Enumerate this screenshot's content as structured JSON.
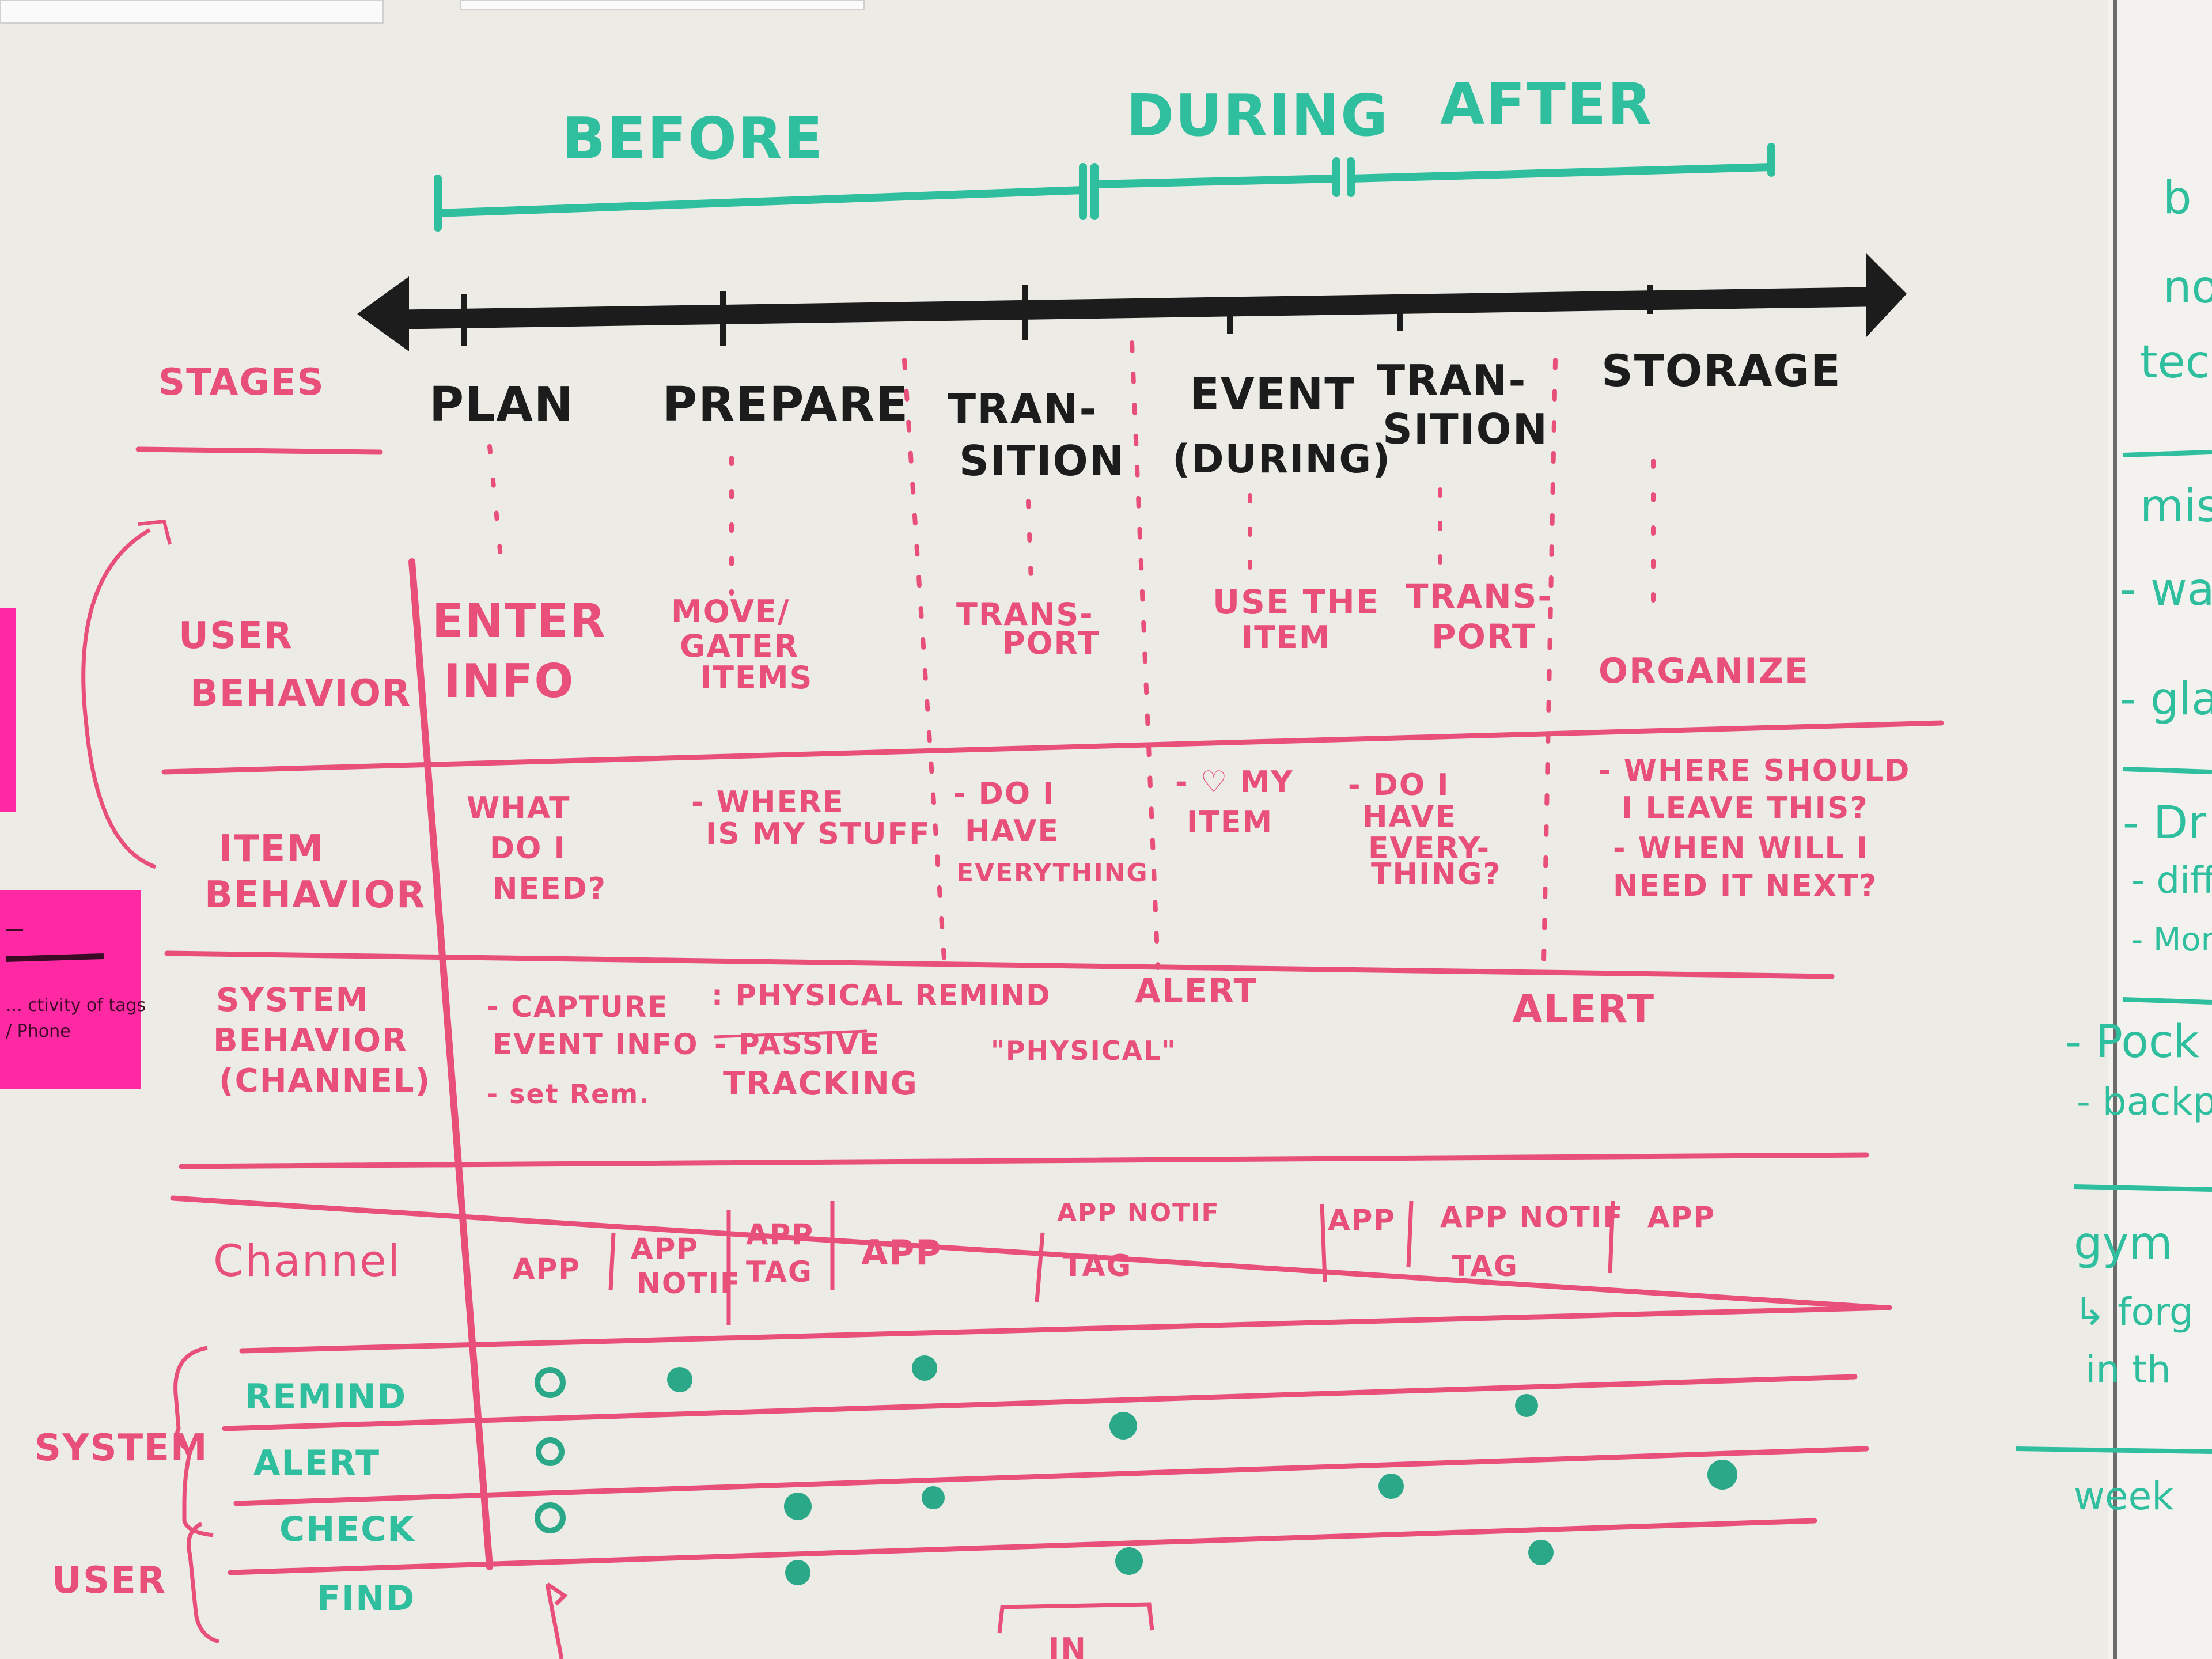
{
  "colors": {
    "board": "#ecebe6",
    "teal_marker": "#2fbf9e",
    "pink_marker": "#e8507a",
    "black_marker": "#1c1c1c",
    "sticky_pink": "#ff2aa3"
  },
  "phases": {
    "before": "BEFORE",
    "during": "DURING",
    "after": "AFTER"
  },
  "row_labels": {
    "stages": "STAGES",
    "user_behavior": [
      "USER",
      "BEHAVIOR"
    ],
    "item_behavior": [
      "ITEM",
      "BEHAVIOR"
    ],
    "system_behavior": [
      "SYSTEM",
      "BEHAVIOR",
      "(CHANNEL)"
    ],
    "channel": "Channel",
    "remind": "REMIND",
    "alert": "ALERT",
    "check": "CHECK",
    "find": "FIND",
    "system_group": "SYSTEM",
    "user_group": "USER"
  },
  "stages": [
    {
      "lines": [
        "PLAN"
      ]
    },
    {
      "lines": [
        "PREPARE"
      ]
    },
    {
      "lines": [
        "TRAN-",
        "SITION"
      ]
    },
    {
      "lines": [
        "EVENT",
        "(DURING)"
      ]
    },
    {
      "lines": [
        "TRAN-",
        "SITION"
      ]
    },
    {
      "lines": [
        "STORAGE"
      ]
    }
  ],
  "user_behavior": [
    [
      "ENTER",
      "INFO"
    ],
    [
      "MOVE/",
      "GATER",
      "ITEMS"
    ],
    [
      "TRANS-",
      "PORT"
    ],
    [
      "USE THE",
      "ITEM"
    ],
    [
      "TRANS-",
      "PORT"
    ],
    [
      "ORGANIZE"
    ]
  ],
  "item_behavior": [
    [
      "WHAT",
      "DO I",
      "NEED?"
    ],
    [
      "- WHERE",
      "IS MY STUFF"
    ],
    [
      "- DO I",
      "HAVE",
      "EVERYTHING"
    ],
    [
      "- ♡ MY",
      "ITEM"
    ],
    [
      "- DO I",
      "HAVE",
      "EVERY-",
      "THING?"
    ],
    [
      "- WHERE SHOULD",
      "I LEAVE THIS?",
      "- WHEN WILL I",
      "NEED IT NEXT?"
    ]
  ],
  "system_behavior": {
    "plan": [
      "- CAPTURE",
      "EVENT INFO",
      "- set Rem."
    ],
    "prepare": [
      ": PHYSICAL REMIND",
      "- PASSIVE",
      "TRACKING"
    ],
    "transition": "\"PHYSICAL\"",
    "alert_1": "ALERT",
    "alert_2": "ALERT"
  },
  "channels": [
    {
      "lines": [
        "APP"
      ]
    },
    {
      "lines": [
        "APP",
        "NOTIF"
      ]
    },
    {
      "lines": [
        "APP",
        "TAG"
      ]
    },
    {
      "lines": [
        "APP"
      ]
    },
    {
      "lines": [
        "APP NOTIF",
        "TAG"
      ]
    },
    {
      "lines": [
        "APP"
      ]
    },
    {
      "lines": [
        "APP NOTIF",
        "TAG"
      ]
    },
    {
      "lines": [
        "APP"
      ]
    }
  ],
  "sticky_note": {
    "text_1": "... ctivity of tags",
    "text_2": "/ Phone"
  },
  "right_panel_fragments": [
    "b",
    "no",
    "tec",
    "mis",
    "- wa",
    "- gla",
    "- Dr",
    "- diff",
    "- Mont",
    "- Pock",
    "- backp",
    "gym",
    "↳ forg",
    "in th",
    "week"
  ],
  "bottom_fragment": "IN"
}
